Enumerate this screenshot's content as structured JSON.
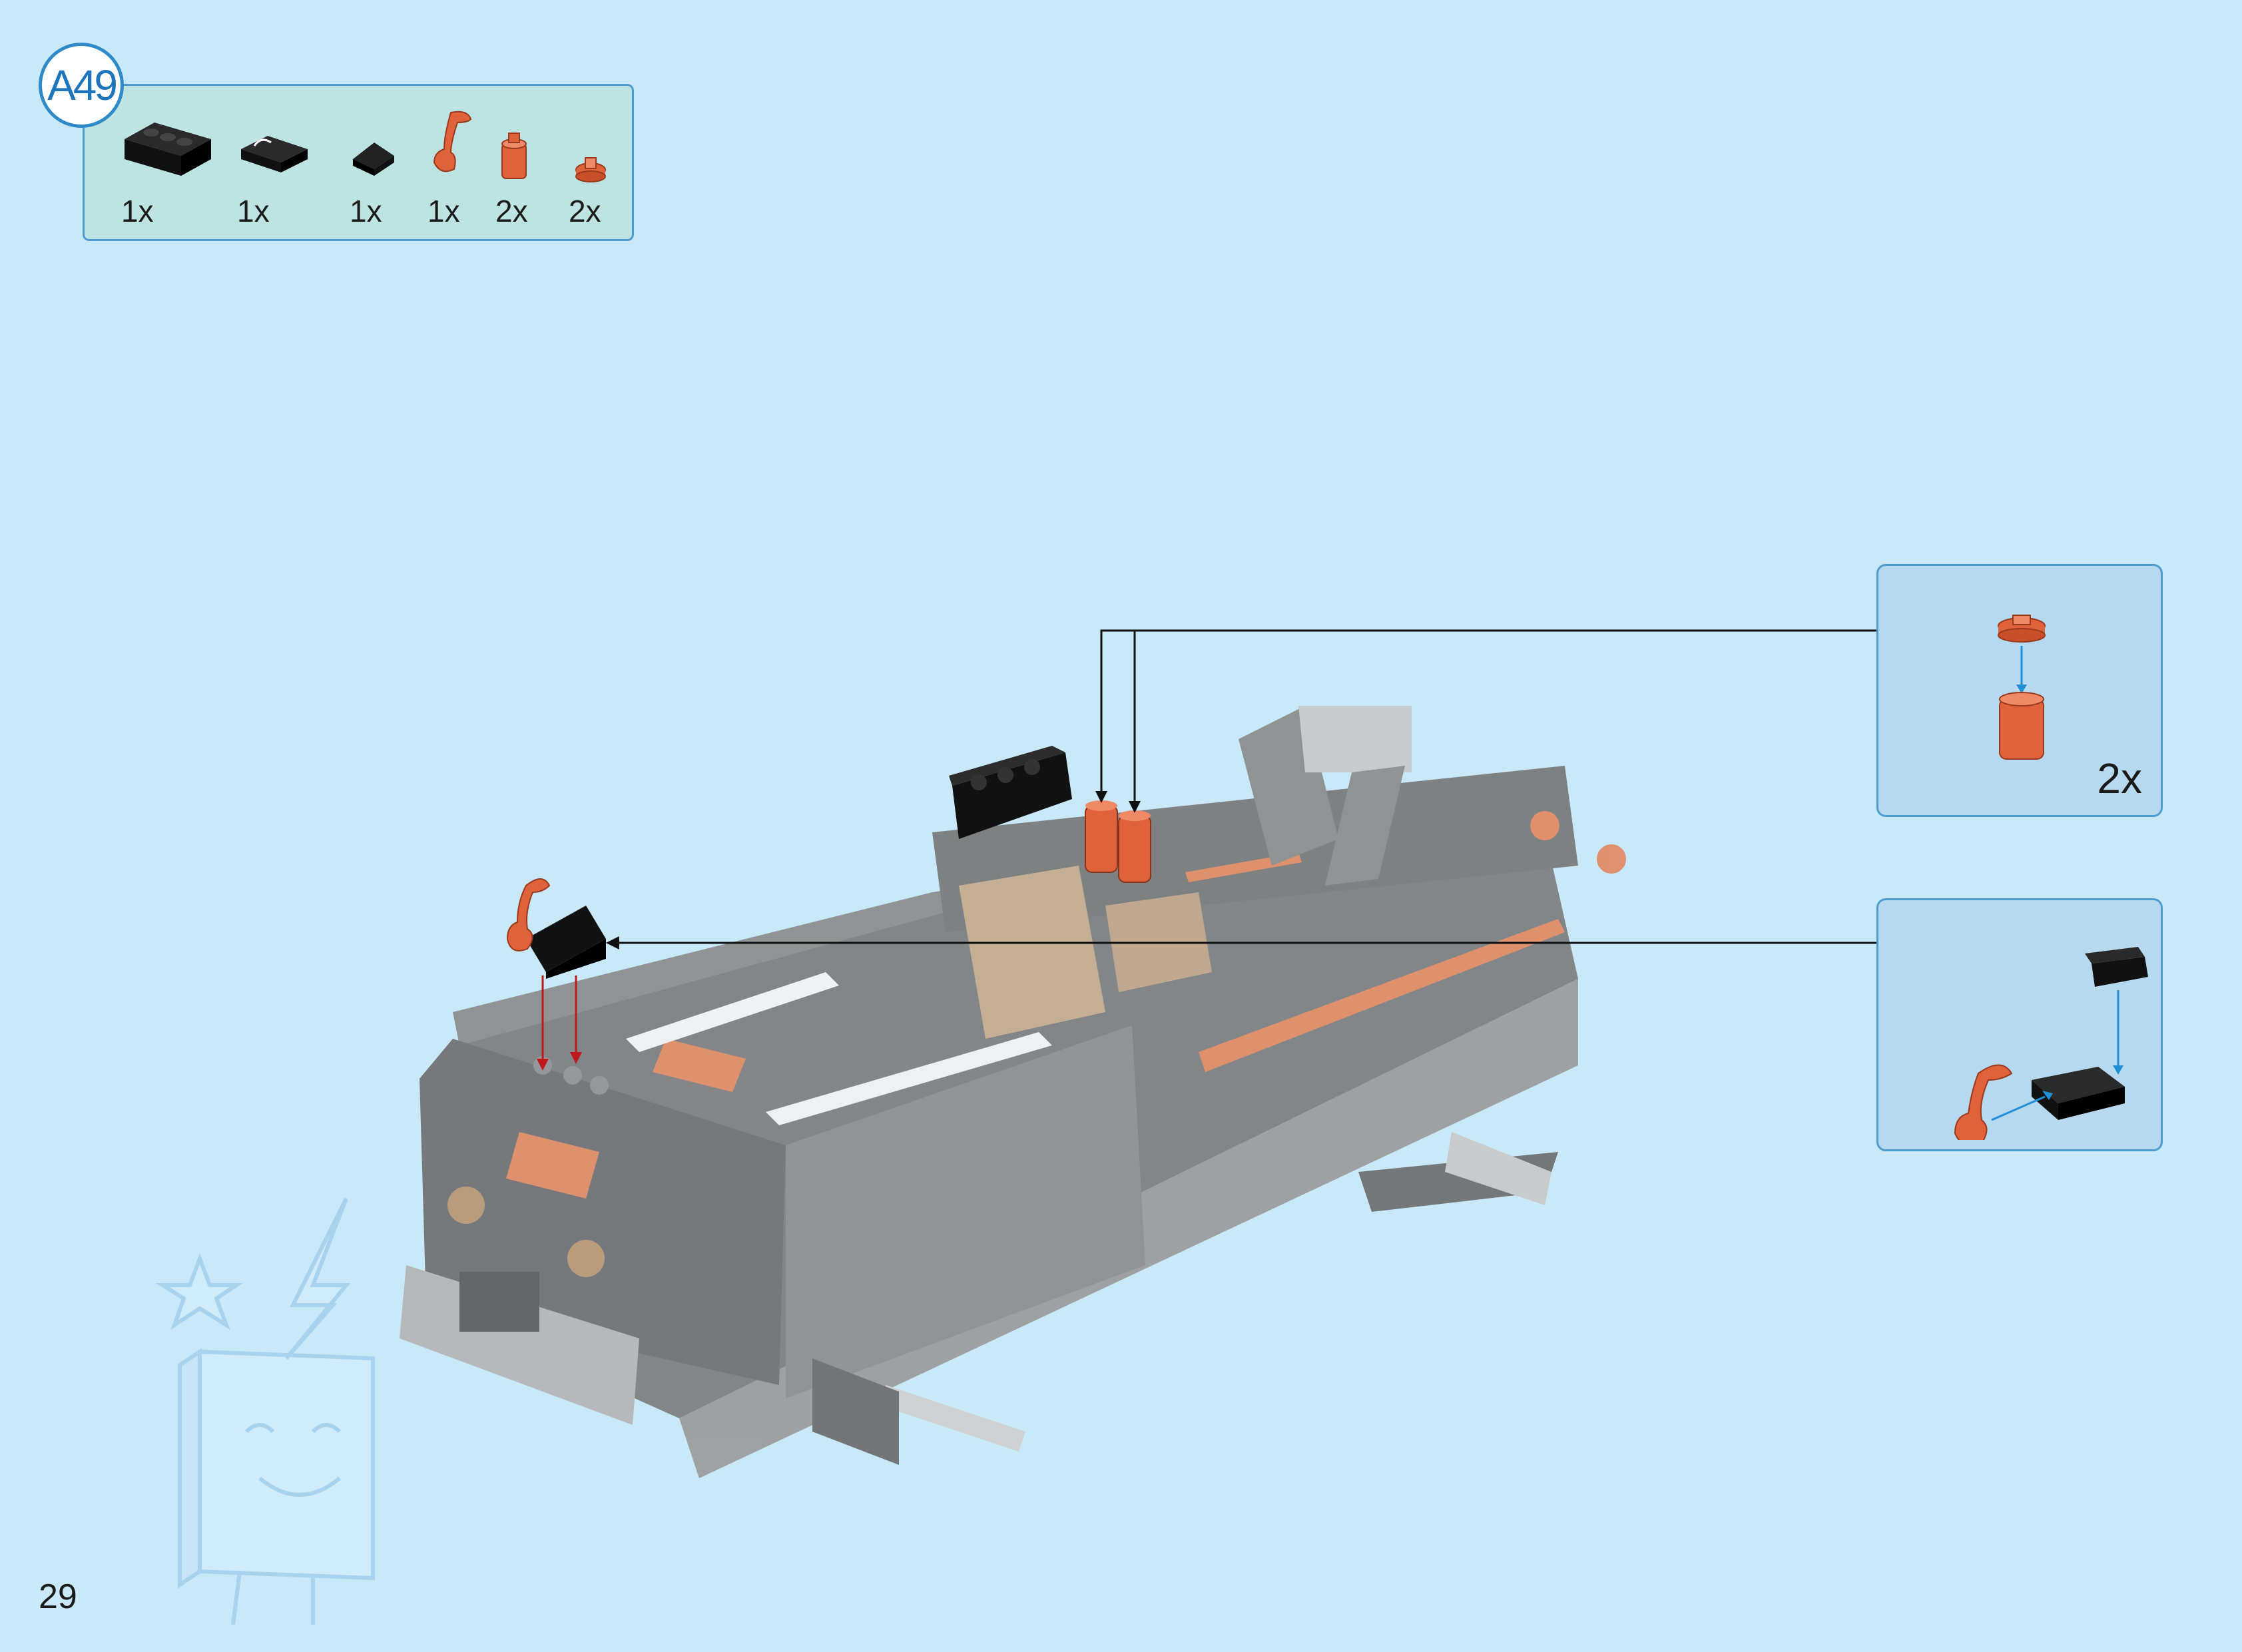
{
  "step": {
    "label": "A49"
  },
  "parts_list": {
    "items": [
      {
        "icon": "black-brick-1x3-icon",
        "qty": "1x"
      },
      {
        "icon": "black-clip-plate-icon",
        "qty": "1x"
      },
      {
        "icon": "black-slope-tile-icon",
        "qty": "1x"
      },
      {
        "icon": "orange-hook-icon",
        "qty": "1x"
      },
      {
        "icon": "orange-round-brick-icon",
        "qty": "2x"
      },
      {
        "icon": "orange-round-plate-icon",
        "qty": "2x"
      }
    ]
  },
  "callouts": [
    {
      "name": "round-stack-subassembly",
      "qty": "2x"
    },
    {
      "name": "clip-hook-subassembly"
    }
  ],
  "page": {
    "number": "29"
  },
  "colors": {
    "background": "#c9e8f8",
    "parts_box": "#bde4e2",
    "callout_box": "#b7d9f0",
    "border": "#4d9ccf",
    "accent_orange": "#e0623a",
    "arrow_red": "#c0191c",
    "arrow_blue": "#1f8fd6",
    "arrow_black": "#111111"
  }
}
